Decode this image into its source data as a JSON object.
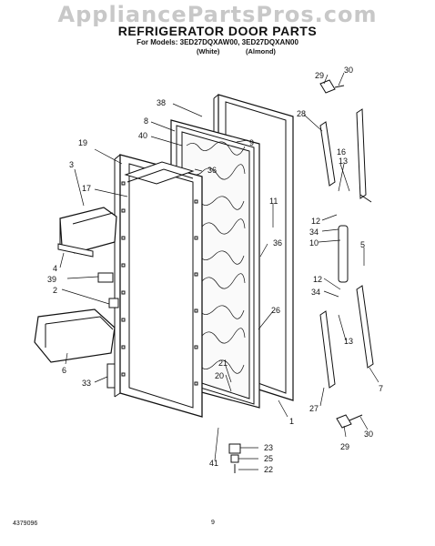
{
  "watermark": "AppliancePartsPros.com",
  "title": "REFRIGERATOR DOOR PARTS",
  "models_line": "For Models: 3ED27DQXAW00, 3ED27DQXAN00",
  "color_white": "(White)",
  "color_almond": "(Almond)",
  "footer_code": "4379096",
  "footer_page": "9",
  "callouts": {
    "c29a": "29",
    "c30a": "30",
    "c28": "28",
    "c38": "38",
    "c8": "8",
    "c40": "40",
    "c9": "9",
    "c19": "19",
    "c16": "16",
    "c13a": "13",
    "c3": "3",
    "c36a": "36",
    "c17": "17",
    "c11": "11",
    "c12a": "12",
    "c34a": "34",
    "c10": "10",
    "c36b": "36",
    "c5": "5",
    "c4": "4",
    "c39": "39",
    "c2": "2",
    "c12b": "12",
    "c34b": "34",
    "c26": "26",
    "c13b": "13",
    "c6": "6",
    "c33": "33",
    "c21": "21",
    "c20": "20",
    "c7": "7",
    "c1": "1",
    "c27": "27",
    "c23": "23",
    "c25": "25",
    "c22": "22",
    "c41": "41",
    "c29b": "29",
    "c30b": "30"
  }
}
